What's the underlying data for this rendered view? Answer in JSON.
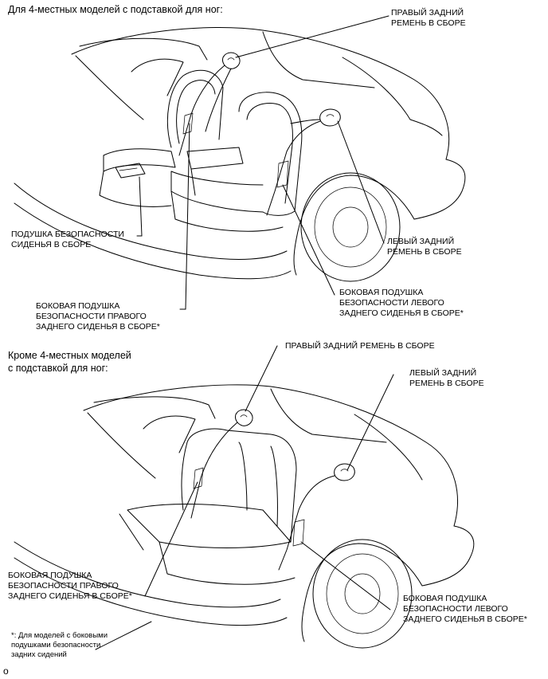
{
  "top": {
    "heading": "Для 4-местных моделей с подставкой для ног:",
    "labels": {
      "right_rear_belt": "ПРАВЫЙ ЗАДНИЙ\nРЕМЕНЬ В СБОРЕ",
      "seat_airbag": "ПОДУШКА БЕЗОПАСНОСТИ\nСИДЕНЬЯ В СБОРЕ",
      "left_rear_belt": "ЛЕВЫЙ ЗАДНИЙ\nРЕМЕНЬ В СБОРЕ",
      "left_side_airbag": "БОКОВАЯ ПОДУШКА\nБЕЗОПАСНОСТИ ЛЕВОГО\nЗАДНЕГО СИДЕНЬЯ В СБОРЕ*",
      "right_side_airbag": "БОКОВАЯ ПОДУШКА\nБЕЗОПАСНОСТИ ПРАВОГО\nЗАДНЕГО СИДЕНЬЯ В СБОРЕ*"
    }
  },
  "bottom": {
    "heading": "Кроме 4-местных моделей\nс подставкой для ног:",
    "labels": {
      "right_rear_belt": "ПРАВЫЙ ЗАДНИЙ РЕМЕНЬ В СБОРЕ",
      "left_rear_belt": "ЛЕВЫЙ ЗАДНИЙ\nРЕМЕНЬ В СБОРЕ",
      "right_side_airbag": "БОКОВАЯ ПОДУШКА\nБЕЗОПАСНОСТИ ПРАВОГО\nЗАДНЕГО СИДЕНЬЯ В СБОРЕ*",
      "left_side_airbag": "БОКОВАЯ ПОДУШКА\nБЕЗОПАСНОСТИ ЛЕВОГО\nЗАДНЕГО СИДЕНЬЯ В СБОРЕ*"
    }
  },
  "footnote": "*: Для моделей с боковыми\nподушками безопасности\nзадних сидений",
  "corner_mark": "o"
}
